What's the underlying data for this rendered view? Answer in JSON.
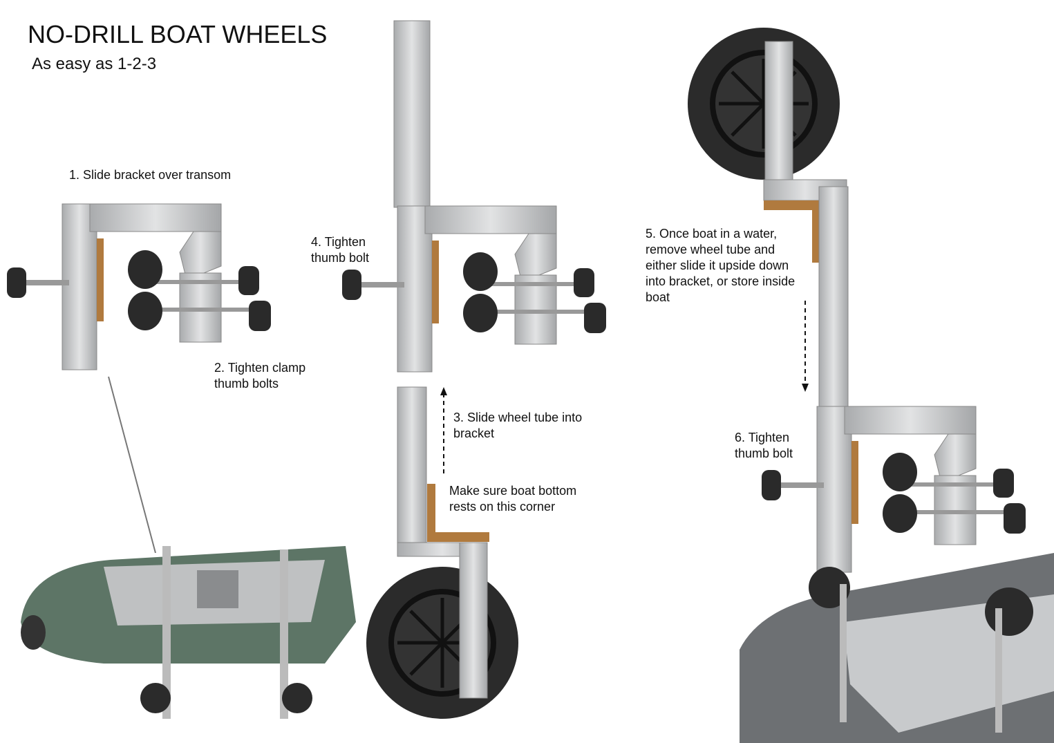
{
  "header": {
    "title": "NO-DRILL BOAT WHEELS",
    "subtitle": "As easy as 1-2-3"
  },
  "steps": [
    {
      "label": "1. Slide bracket over transom"
    },
    {
      "label": "2. Tighten clamp\nthumb bolts"
    },
    {
      "label": "3. Slide wheel tube into\nbracket"
    },
    {
      "label": "4. Tighten\nthumb bolt"
    },
    {
      "label": "5. Once boat in a water,\nremove wheel tube and\neither slide it upside down\ninto bracket, or store inside\nboat"
    },
    {
      "label": "6. Tighten\nthumb bolt"
    }
  ],
  "note": "Make sure boat bottom\nrests on this corner",
  "colors": {
    "aluminum": "#c9cbcc",
    "knob": "#2a2a2a",
    "pad": "#b07a3e",
    "boat_green": "#5d7566",
    "boat_gray": "#6d7073"
  }
}
